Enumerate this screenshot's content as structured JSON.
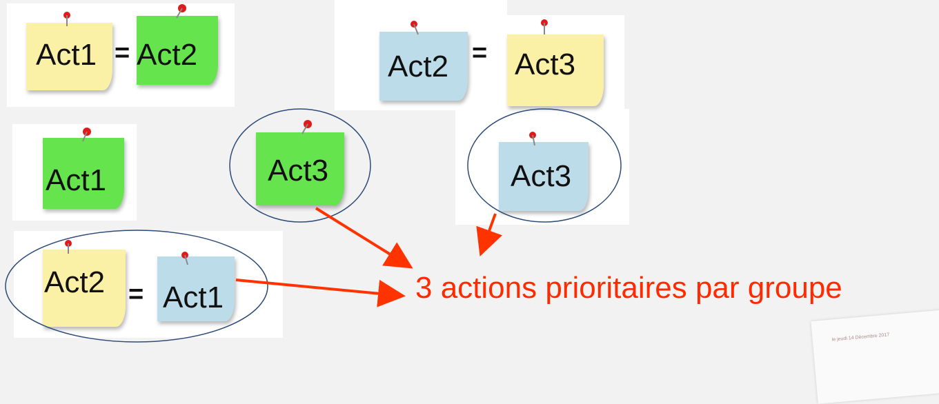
{
  "notes": {
    "n1": "Act1",
    "n2": "Act2",
    "n3": "Act2",
    "n4": "Act3",
    "n5": "Act1",
    "n6": "Act3",
    "n7": "Act3",
    "n8": "Act2",
    "n9": "Act1"
  },
  "equals": [
    "=",
    "=",
    "="
  ],
  "caption": "3 actions prioritaires par groupe",
  "doc_snippet": "le jeudi 14 Décembre 2017",
  "colors": {
    "yellow_note": "#fbf1a6",
    "green_note": "#66e44e",
    "blue_note": "#bcdcea",
    "arrow": "#ff3300",
    "ellipse": "#2c4a78",
    "pin": "#e01a1a"
  }
}
